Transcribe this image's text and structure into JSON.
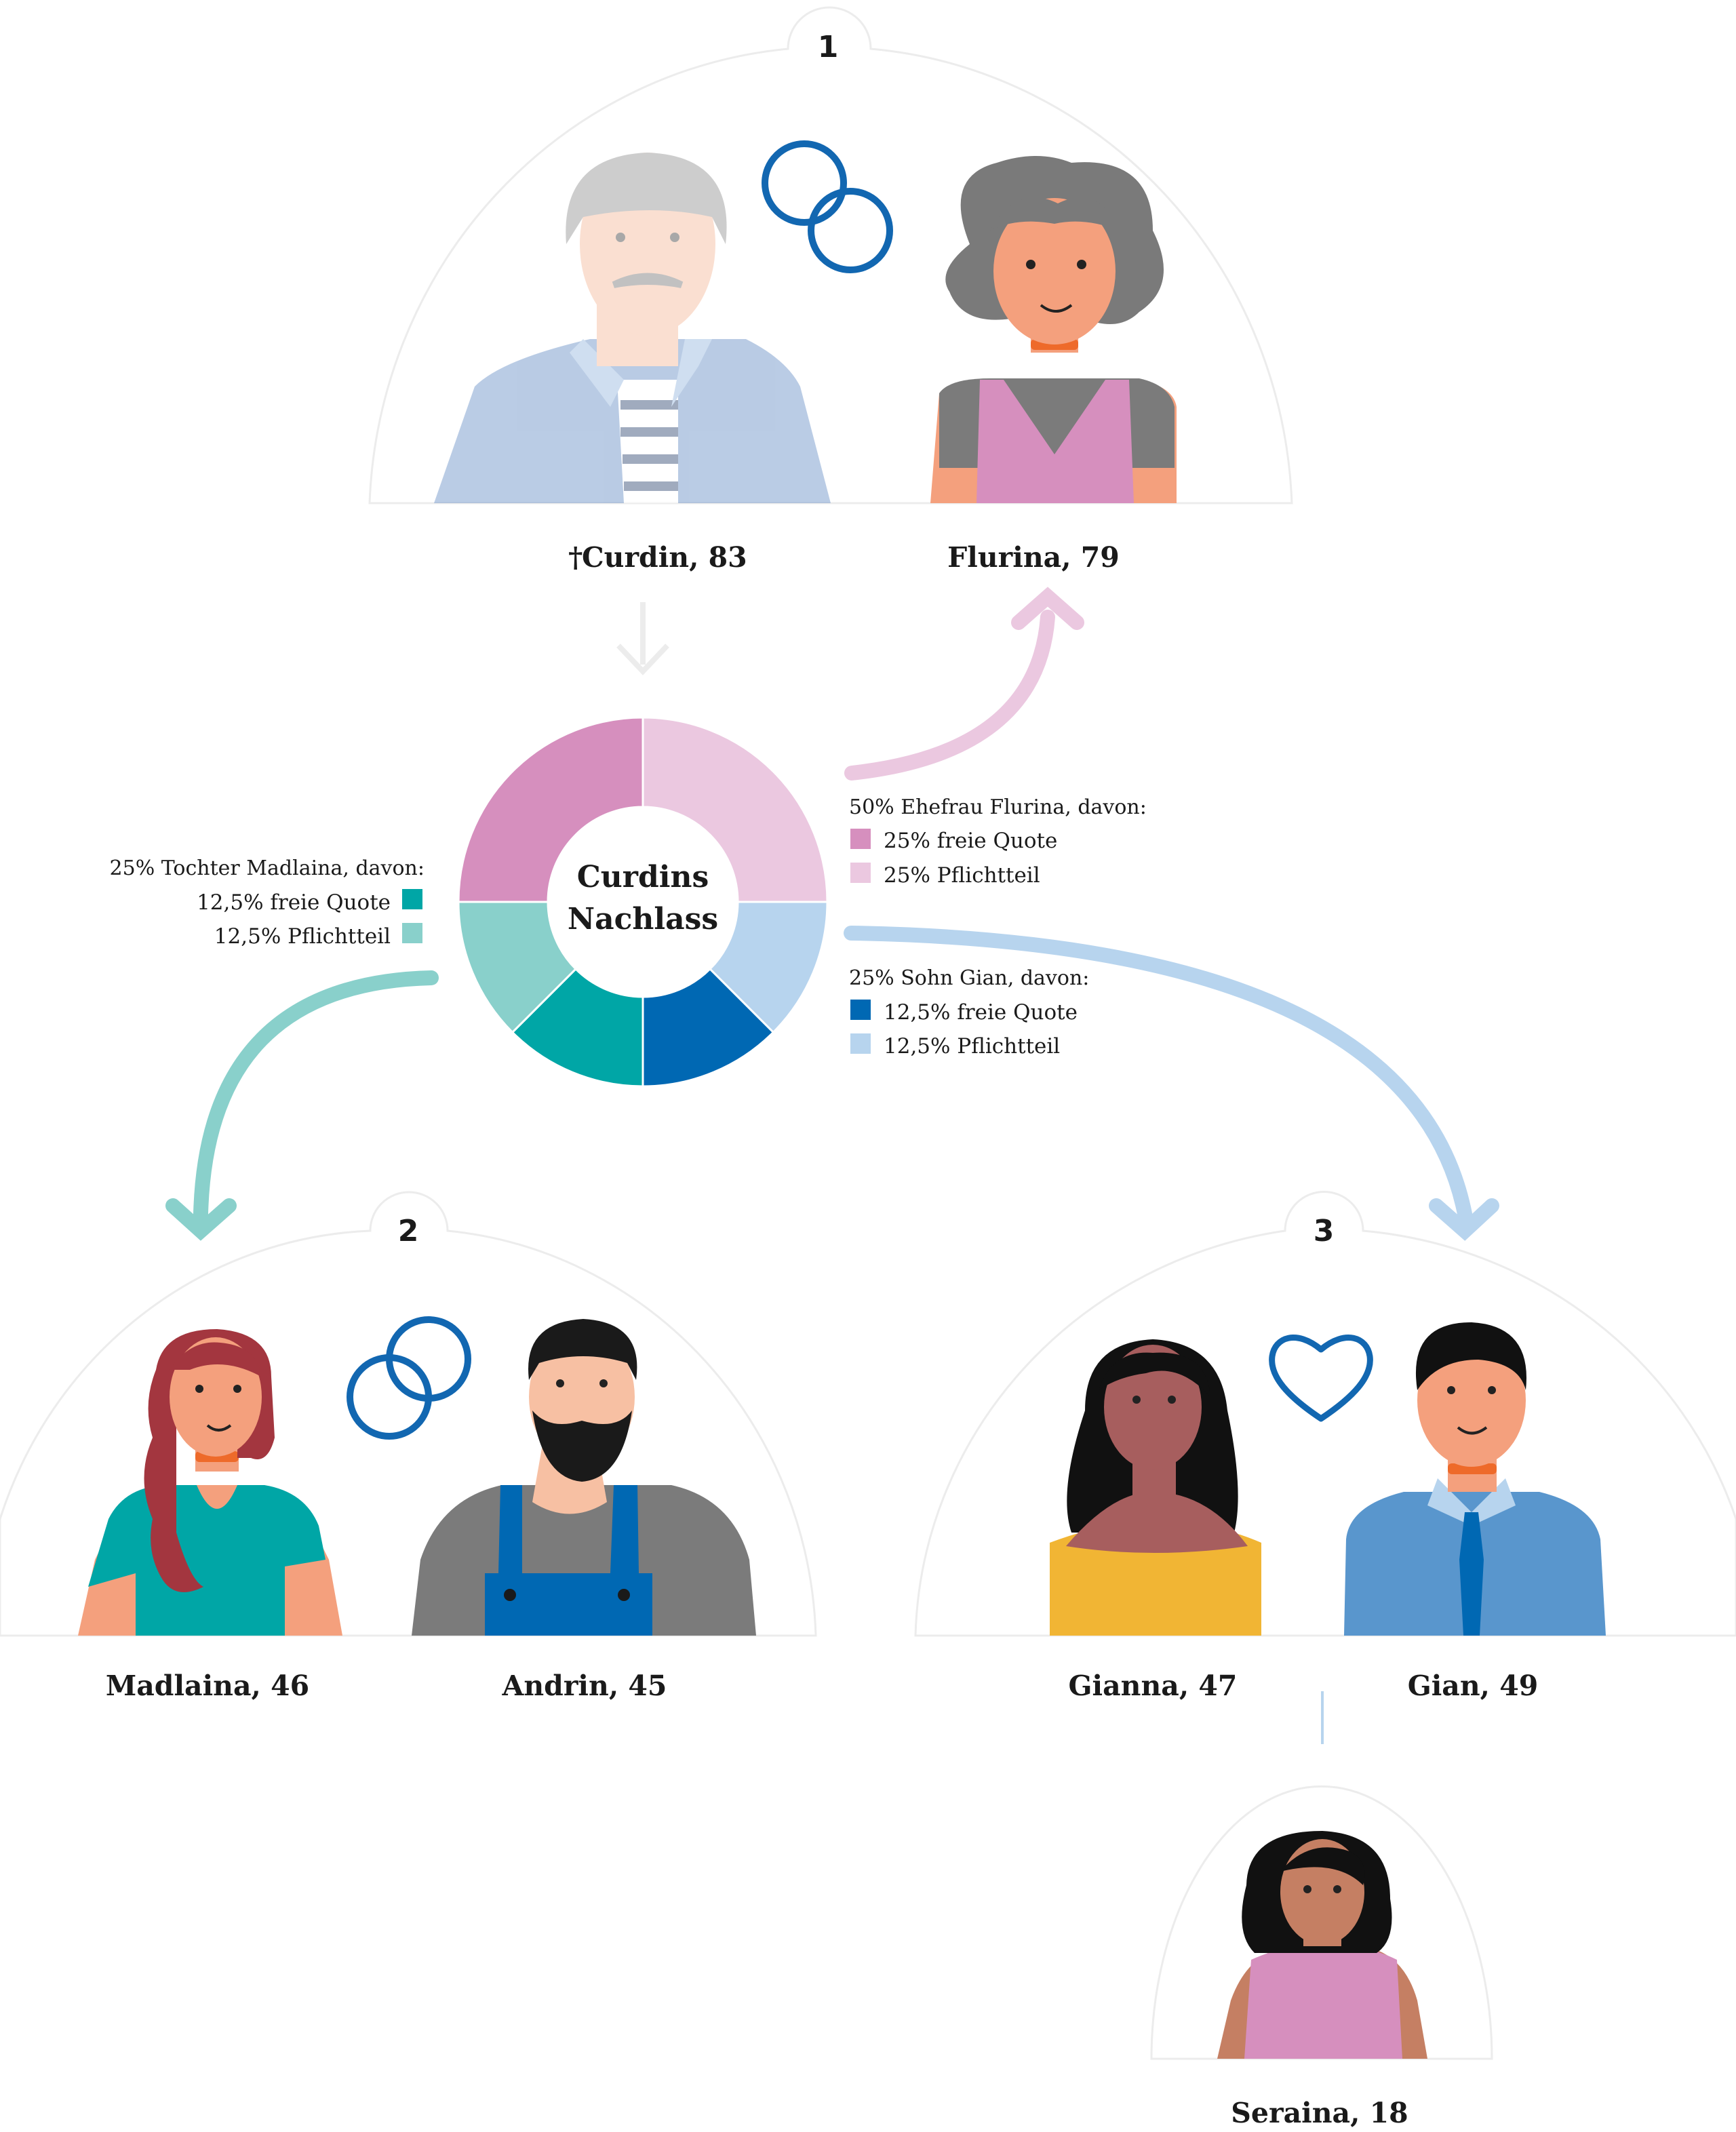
{
  "colors": {
    "freie_quote_flurina": "#d68fbe",
    "pflichtteil_flurina": "#ebc8e0",
    "freie_quote_gian": "#0068b3",
    "pflichtteil_gian": "#b7d4ee",
    "freie_quote_madlaina": "#00a6a6",
    "pflichtteil_madlaina": "#89d0cb",
    "ring_blue": "#1267b1"
  },
  "groups": [
    {
      "number": "1"
    },
    {
      "number": "2"
    },
    {
      "number": "3"
    }
  ],
  "persons": {
    "curdin": {
      "cross": "†",
      "label": "Curdin, 83"
    },
    "flurina": {
      "label": "Flurina, 79"
    },
    "madlaina": {
      "label": "Madlaina, 46"
    },
    "andrin": {
      "label": "Andrin, 45"
    },
    "gianna": {
      "label": "Gianna, 47"
    },
    "gian": {
      "label": "Gian, 49"
    },
    "seraina": {
      "label": "Seraina, 18"
    }
  },
  "center": {
    "line1": "Curdins",
    "line2": "Nachlass"
  },
  "legend": {
    "flurina": {
      "title": "50% Ehefrau Flurina, davon:",
      "items": [
        "25% freie Quote",
        "25% Pflichtteil"
      ]
    },
    "gian": {
      "title": "25% Sohn Gian, davon:",
      "items": [
        "12,5% freie Quote",
        "12,5% Pflichtteil"
      ]
    },
    "madlaina": {
      "title": "25% Tochter Madlaina, davon:",
      "items": [
        "12,5% freie Quote",
        "12,5% Pflichtteil"
      ]
    }
  },
  "chart_data": {
    "type": "pie",
    "slices": [
      {
        "label": "25% Pflichtteil (Flurina)",
        "value": 25,
        "color": "#ebc8e0"
      },
      {
        "label": "12,5% Pflichtteil (Gian)",
        "value": 12.5,
        "color": "#b7d4ee"
      },
      {
        "label": "12,5% freie Quote (Gian)",
        "value": 12.5,
        "color": "#0068b3"
      },
      {
        "label": "12,5% freie Quote (Madlaina)",
        "value": 12.5,
        "color": "#00a6a6"
      },
      {
        "label": "12,5% Pflichtteil (Madlaina)",
        "value": 12.5,
        "color": "#89d0cb"
      },
      {
        "label": "25% freie Quote (Flurina)",
        "value": 25,
        "color": "#d68fbe"
      }
    ]
  }
}
